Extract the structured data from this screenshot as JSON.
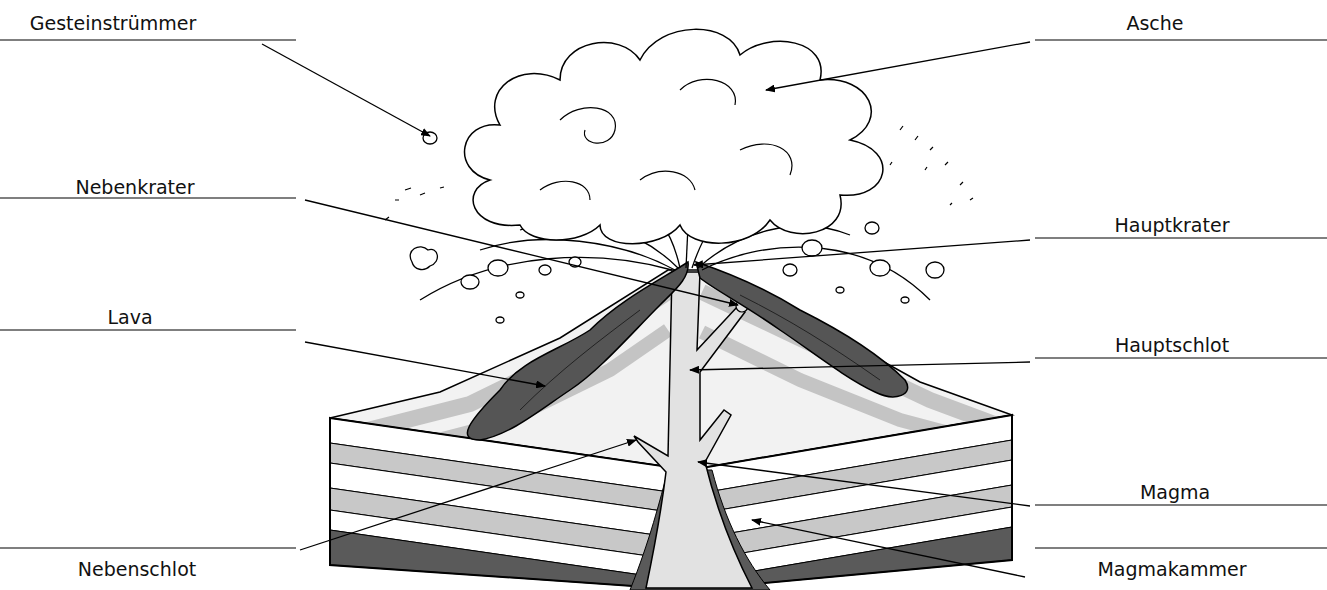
{
  "diagram": {
    "labels": [
      "Gesteinstrümmer",
      "Asche",
      "Nebenkrater",
      "Hauptkrater",
      "Lava",
      "Hauptschlot",
      "Magma",
      "Nebenschlot",
      "Magmakammer"
    ]
  }
}
